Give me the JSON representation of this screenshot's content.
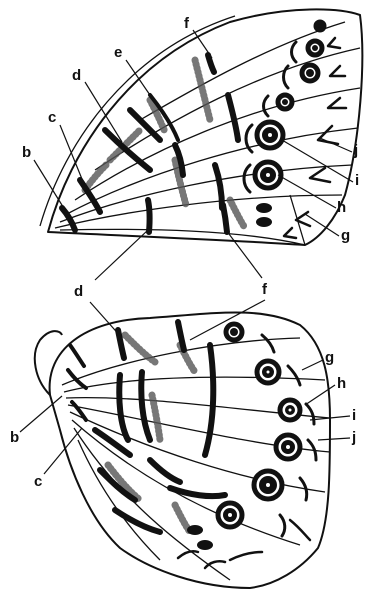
{
  "labels": {
    "forewing": [
      "b",
      "c",
      "d",
      "e",
      "f",
      "j",
      "i",
      "h",
      "g"
    ],
    "middle": [
      "d",
      "f"
    ],
    "hindwing": [
      "g",
      "h",
      "i",
      "j",
      "b",
      "c"
    ]
  },
  "colors": {
    "ink": "#111111",
    "paper": "#ffffff"
  }
}
